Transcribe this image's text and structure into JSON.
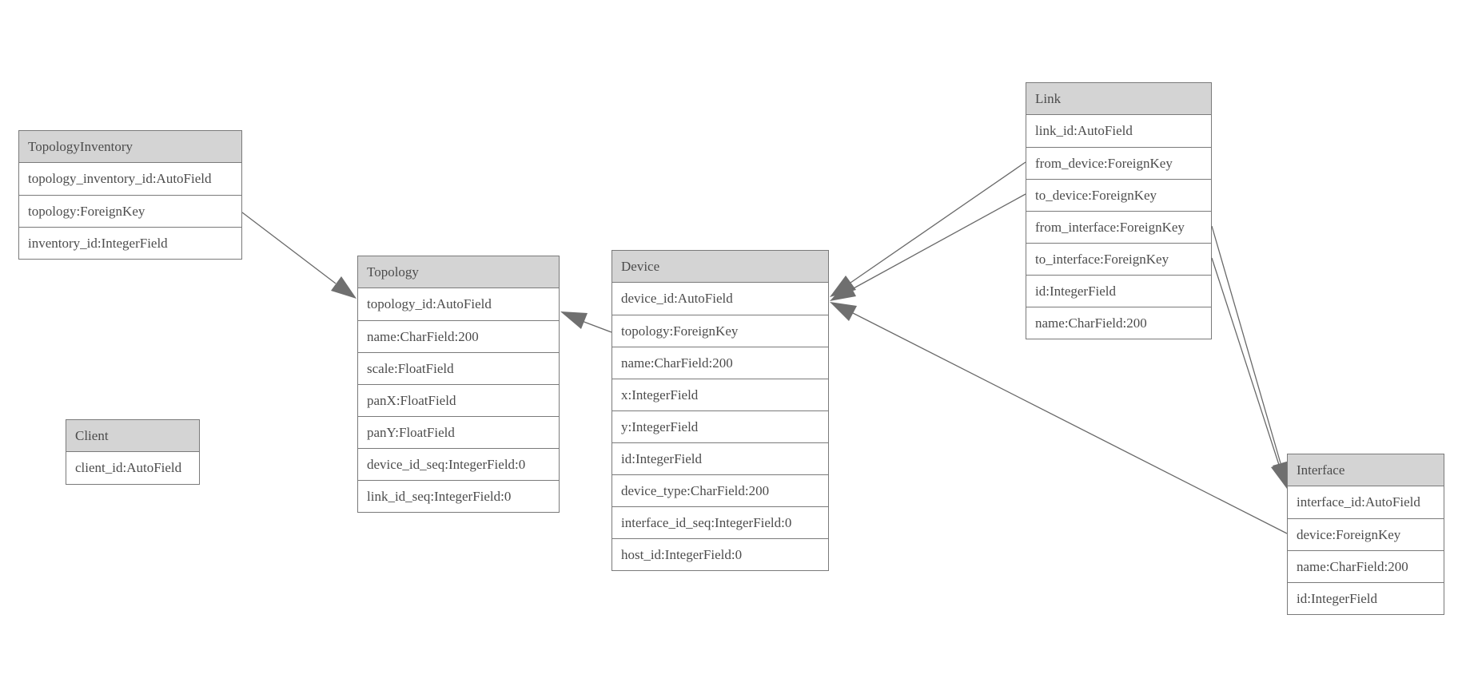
{
  "diagram": {
    "tables": [
      {
        "name": "TopologyInventory",
        "fields": [
          "topology_inventory_id:AutoField",
          "topology:ForeignKey",
          "inventory_id:IntegerField"
        ]
      },
      {
        "name": "Topology",
        "fields": [
          "topology_id:AutoField",
          "name:CharField:200",
          "scale:FloatField",
          "panX:FloatField",
          "panY:FloatField",
          "device_id_seq:IntegerField:0",
          "link_id_seq:IntegerField:0"
        ]
      },
      {
        "name": "Client",
        "fields": [
          "client_id:AutoField"
        ]
      },
      {
        "name": "Device",
        "fields": [
          "device_id:AutoField",
          "topology:ForeignKey",
          "name:CharField:200",
          "x:IntegerField",
          "y:IntegerField",
          "id:IntegerField",
          "device_type:CharField:200",
          "interface_id_seq:IntegerField:0",
          "host_id:IntegerField:0"
        ]
      },
      {
        "name": "Link",
        "fields": [
          "link_id:AutoField",
          "from_device:ForeignKey",
          "to_device:ForeignKey",
          "from_interface:ForeignKey",
          "to_interface:ForeignKey",
          "id:IntegerField",
          "name:CharField:200"
        ]
      },
      {
        "name": "Interface",
        "fields": [
          "interface_id:AutoField",
          "device:ForeignKey",
          "name:CharField:200",
          "id:IntegerField"
        ]
      }
    ],
    "relationships": [
      {
        "from": "TopologyInventory.topology",
        "to": "Topology"
      },
      {
        "from": "Device.topology",
        "to": "Topology"
      },
      {
        "from": "Link.from_device",
        "to": "Device"
      },
      {
        "from": "Link.to_device",
        "to": "Device"
      },
      {
        "from": "Link.from_interface",
        "to": "Interface"
      },
      {
        "from": "Link.to_interface",
        "to": "Interface"
      },
      {
        "from": "Interface.device",
        "to": "Device"
      }
    ],
    "colors": {
      "header_fill": "#d4d4d4",
      "border": "#7a7a7a",
      "text": "#4c4c4c",
      "edge": "#696969",
      "arrowhead": "#6f6f6f",
      "row_fill": "#ffffff"
    }
  }
}
